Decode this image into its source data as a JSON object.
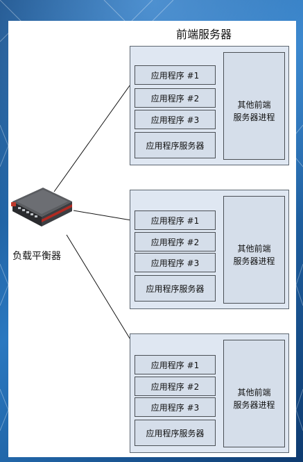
{
  "diagram": {
    "title": "前端服务器",
    "load_balancer_label": "负载平衡器",
    "servers": [
      {
        "apps": [
          "应用程序 #1",
          "应用程序 #2",
          "应用程序 #3"
        ],
        "app_server": "应用程序服务器",
        "other_line1": "其他前端",
        "other_line2": "服务器进程"
      },
      {
        "apps": [
          "应用程序 #1",
          "应用程序 #2",
          "应用程序 #3"
        ],
        "app_server": "应用程序服务器",
        "other_line1": "其他前端",
        "other_line2": "服务器进程"
      },
      {
        "apps": [
          "应用程序 #1",
          "应用程序 #2",
          "应用程序 #3"
        ],
        "app_server": "应用程序服务器",
        "other_line1": "其他前端",
        "other_line2": "服务器进程"
      }
    ]
  }
}
